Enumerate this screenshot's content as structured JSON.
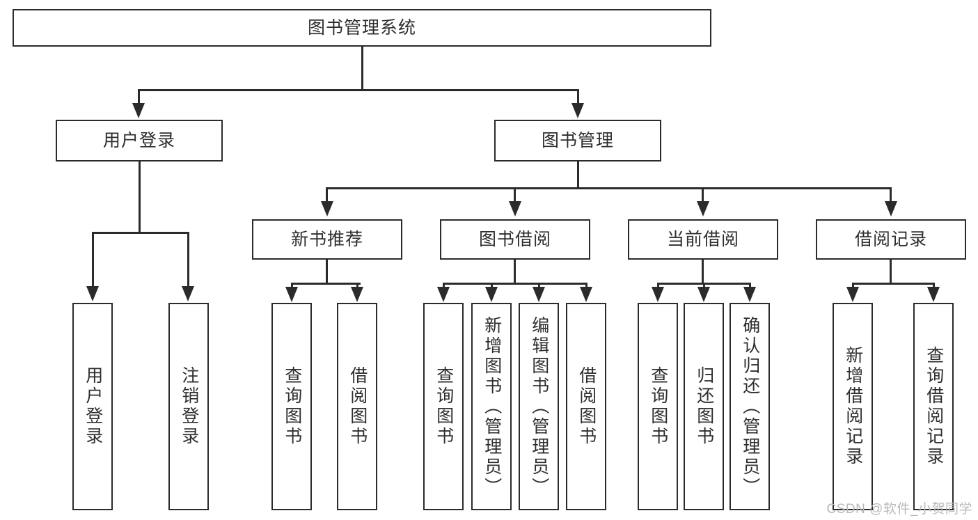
{
  "diagram": {
    "type": "tree-hierarchy-chart",
    "title": "图书管理系统",
    "background_color": "#ffffff",
    "line_color": "#2b2b2b",
    "text_color": "#2e2e2e",
    "root": {
      "label": "图书管理系统"
    },
    "level1": [
      {
        "label": "用户登录"
      },
      {
        "label": "图书管理"
      }
    ],
    "level2": [
      {
        "label": "新书推荐"
      },
      {
        "label": "图书借阅"
      },
      {
        "label": "当前借阅"
      },
      {
        "label": "借阅记录"
      }
    ],
    "leaves": {
      "user_login": [
        {
          "label": "用户登录"
        },
        {
          "label": "注销登录"
        }
      ],
      "new_book_recommend": [
        {
          "label": "查询图书"
        },
        {
          "label": "借阅图书"
        }
      ],
      "book_borrow": [
        {
          "label": "查询图书"
        },
        {
          "label": "新增图书（管理员）"
        },
        {
          "label": "编辑图书（管理员）"
        },
        {
          "label": "借阅图书"
        }
      ],
      "current_borrow": [
        {
          "label": "查询图书"
        },
        {
          "label": "归还图书"
        },
        {
          "label": "确认归还（管理员）"
        }
      ],
      "borrow_record": [
        {
          "label": "新增借阅记录"
        },
        {
          "label": "查询借阅记录"
        }
      ]
    }
  },
  "watermark": {
    "text": "CSDN @软件_小贺同学"
  }
}
